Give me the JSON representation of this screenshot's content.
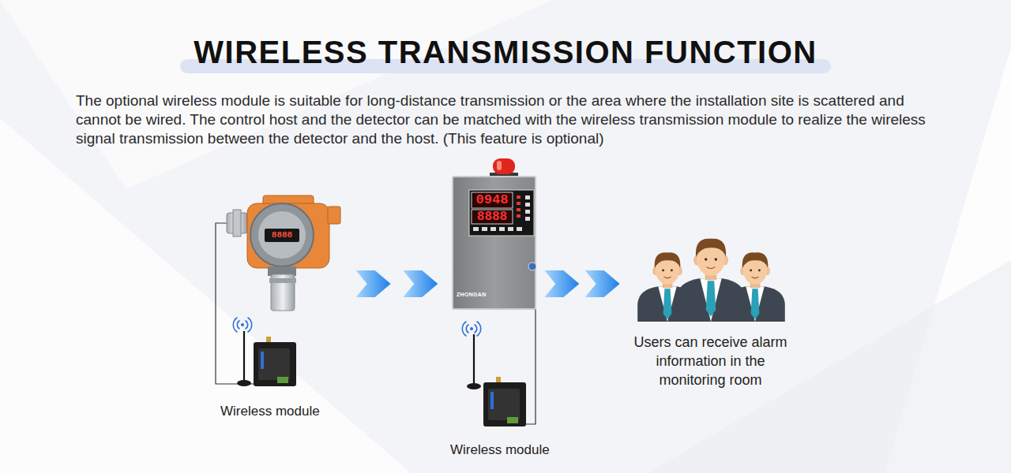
{
  "diagram": {
    "title": "WIRELESS TRANSMISSION FUNCTION",
    "nodes": [
      {
        "text": [
          "8888"
        ]
      },
      {
        "text": [
          "Wireless module"
        ]
      },
      {
        "text": [
          "0948",
          "8888"
        ]
      },
      {
        "text": [
          "Wireless module"
        ]
      },
      {
        "text": [
          "Users can receive alarm information in the monitoring room"
        ]
      }
    ],
    "edges": [
      {
        "from": 0,
        "to": 2,
        "arrow": "to"
      },
      {
        "from": 2,
        "to": 4,
        "arrow": "to"
      },
      {
        "from": 1,
        "to": 0,
        "arrow": "none"
      },
      {
        "from": 3,
        "to": 2,
        "arrow": "none"
      }
    ],
    "labels": [
      "The optional wireless module is suitable for long-distance transmission or the area where the installation site is scattered and cannot be wired. The control host and the detector can be matched with the wireless transmission module to realize the wireless signal transmission between the detector and the host. (This feature is optional)",
      "ZHONGAN"
    ]
  }
}
